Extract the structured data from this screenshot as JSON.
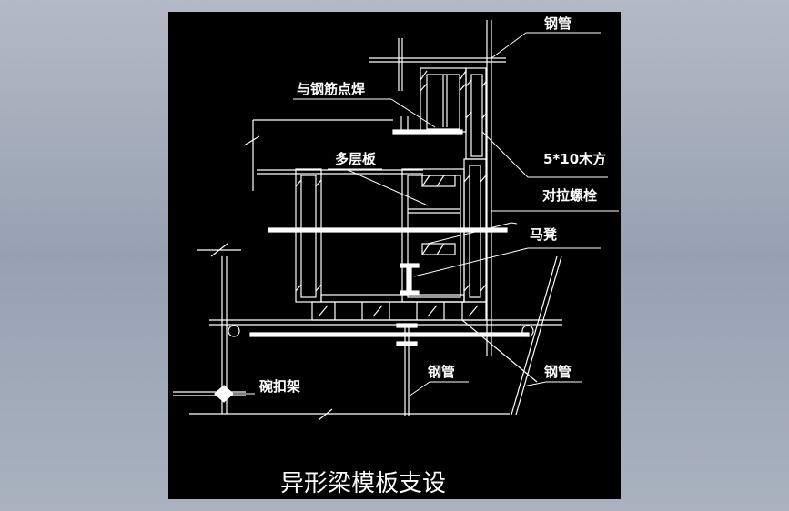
{
  "drawing": {
    "title": "异形梁模板支设",
    "background_color": "#000000",
    "line_color": "#ffffff",
    "hatch_color": "#ffffff"
  },
  "labels": {
    "steel_pipe_top": "钢管",
    "weld_note": "与钢筋点焊",
    "timber": "5*10木方",
    "plywood": "多层板",
    "tie_bolt": "对拉螺栓",
    "stool": "马凳",
    "steel_pipe_mid": "钢管",
    "bowl_scaffold": "碗扣架",
    "steel_pipe_right": "钢管"
  }
}
